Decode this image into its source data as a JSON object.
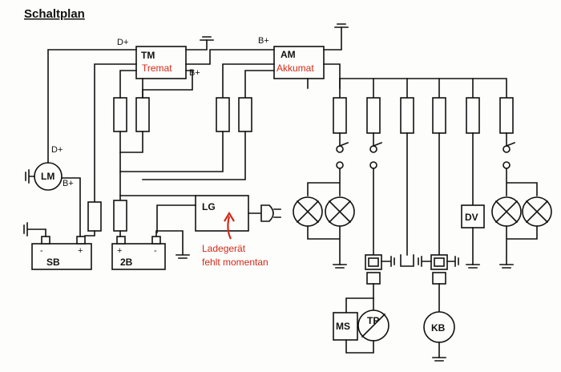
{
  "title": "Schaltplan",
  "tm": {
    "label": "TM",
    "name": "Tremat",
    "d_plus": "D+",
    "b_plus": "B+"
  },
  "am": {
    "label": "AM",
    "name": "Akkumat",
    "b_plus": "B+"
  },
  "lm": {
    "label": "LM",
    "d_plus": "D+",
    "b_plus": "B+"
  },
  "sb": {
    "label": "SB",
    "minus": "-",
    "plus": "+"
  },
  "b2": {
    "label": "2B",
    "plus": "+",
    "minus": "-"
  },
  "lg": {
    "label": "LG",
    "note_line1": "Ladegerät",
    "note_line2": "fehlt momentan"
  },
  "dv": {
    "label": "DV"
  },
  "ms": {
    "label": "MS"
  },
  "tp": {
    "label": "TP"
  },
  "kb": {
    "label": "KB"
  },
  "colors": {
    "annotation": "#d22a1a",
    "lines": "#111111"
  }
}
